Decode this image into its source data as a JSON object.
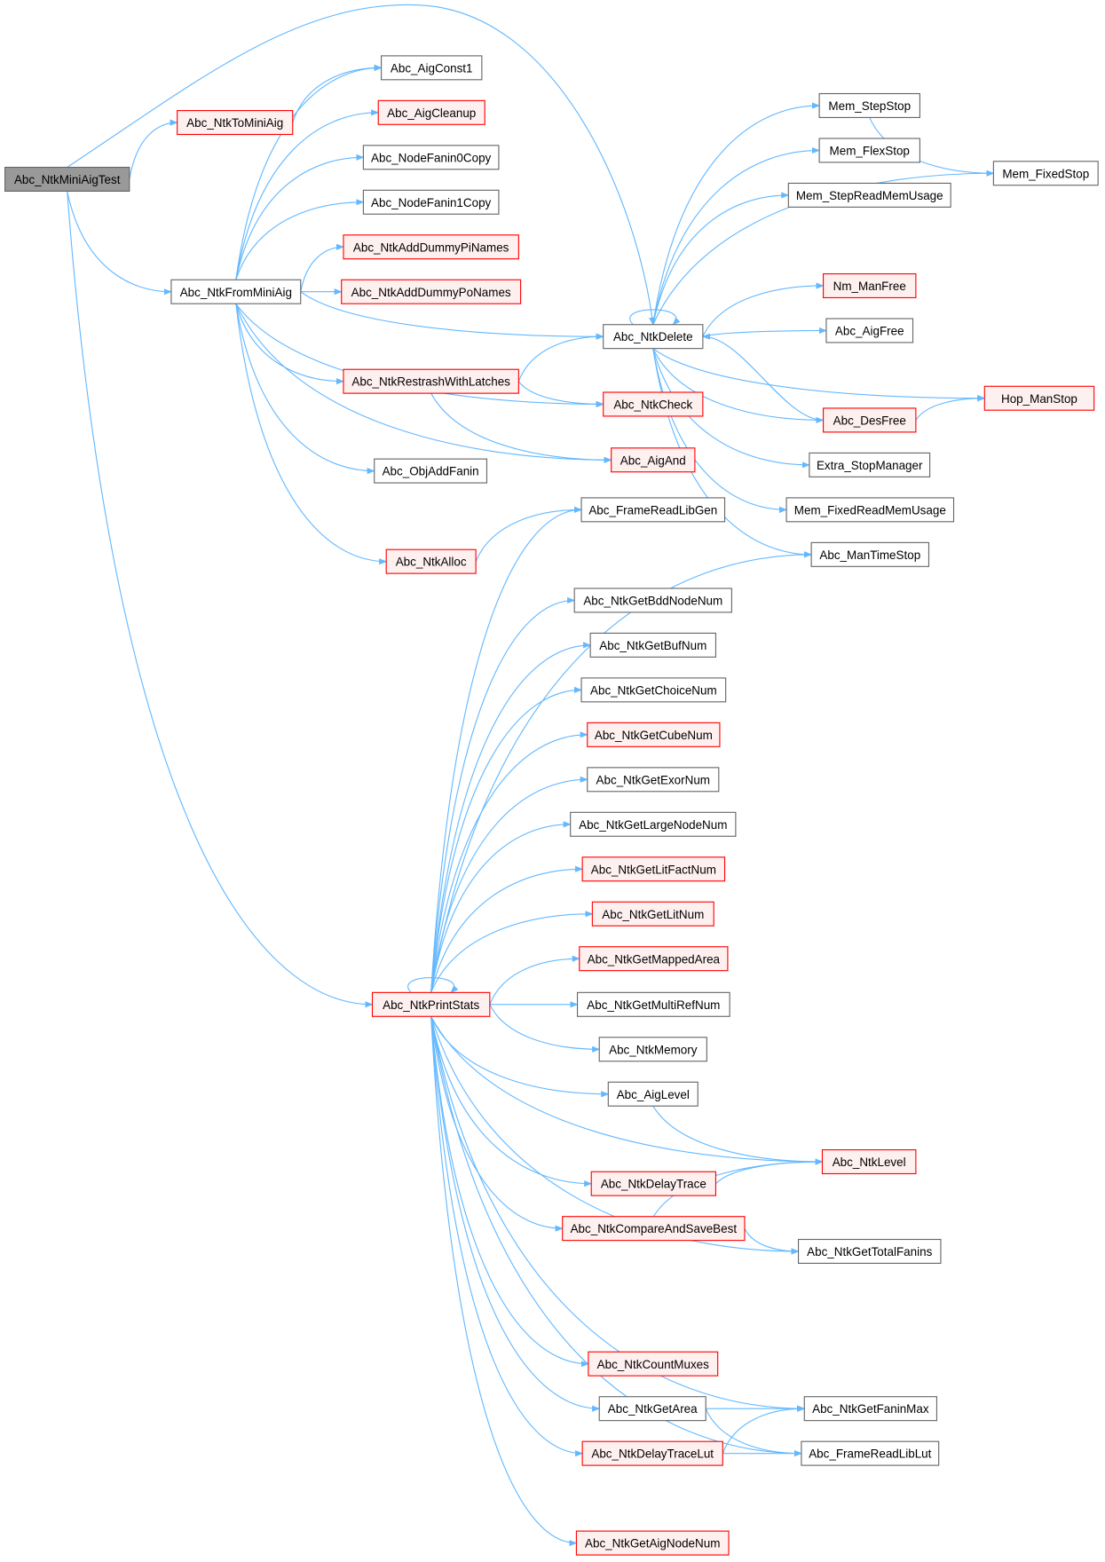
{
  "graph": {
    "title": "Abc_NtkMiniAigTest call graph",
    "nodes": [
      {
        "label": "Abc_NtkMiniAigTest",
        "style": "root"
      },
      {
        "label": "Abc_NtkToMiniAig",
        "style": "red"
      },
      {
        "label": "Abc_NtkFromMiniAig",
        "style": "normal"
      },
      {
        "label": "Abc_NtkPrintStats",
        "style": "red"
      },
      {
        "label": "Abc_AigConst1",
        "style": "normal"
      },
      {
        "label": "Abc_AigCleanup",
        "style": "red"
      },
      {
        "label": "Abc_NodeFanin0Copy",
        "style": "normal"
      },
      {
        "label": "Abc_NodeFanin1Copy",
        "style": "normal"
      },
      {
        "label": "Abc_NtkAddDummyPiNames",
        "style": "red"
      },
      {
        "label": "Abc_NtkAddDummyPoNames",
        "style": "red"
      },
      {
        "label": "Abc_NtkRestrashWithLatches",
        "style": "red"
      },
      {
        "label": "Abc_ObjAddFanin",
        "style": "normal"
      },
      {
        "label": "Abc_NtkAlloc",
        "style": "red"
      },
      {
        "label": "Abc_NtkDelete",
        "style": "normal"
      },
      {
        "label": "Abc_NtkCheck",
        "style": "red"
      },
      {
        "label": "Abc_AigAnd",
        "style": "red"
      },
      {
        "label": "Abc_FrameReadLibGen",
        "style": "normal"
      },
      {
        "label": "Mem_StepStop",
        "style": "normal"
      },
      {
        "label": "Mem_FlexStop",
        "style": "normal"
      },
      {
        "label": "Mem_StepReadMemUsage",
        "style": "normal"
      },
      {
        "label": "Mem_FixedStop",
        "style": "normal"
      },
      {
        "label": "Nm_ManFree",
        "style": "red"
      },
      {
        "label": "Abc_AigFree",
        "style": "normal"
      },
      {
        "label": "Hop_ManStop",
        "style": "red"
      },
      {
        "label": "Abc_DesFree",
        "style": "red"
      },
      {
        "label": "Extra_StopManager",
        "style": "normal"
      },
      {
        "label": "Mem_FixedReadMemUsage",
        "style": "normal"
      },
      {
        "label": "Abc_ManTimeStop",
        "style": "normal"
      },
      {
        "label": "Abc_NtkGetBddNodeNum",
        "style": "normal"
      },
      {
        "label": "Abc_NtkGetBufNum",
        "style": "normal"
      },
      {
        "label": "Abc_NtkGetChoiceNum",
        "style": "normal"
      },
      {
        "label": "Abc_NtkGetCubeNum",
        "style": "red"
      },
      {
        "label": "Abc_NtkGetExorNum",
        "style": "normal"
      },
      {
        "label": "Abc_NtkGetLargeNodeNum",
        "style": "normal"
      },
      {
        "label": "Abc_NtkGetLitFactNum",
        "style": "red"
      },
      {
        "label": "Abc_NtkGetLitNum",
        "style": "red"
      },
      {
        "label": "Abc_NtkGetMappedArea",
        "style": "red"
      },
      {
        "label": "Abc_NtkGetMultiRefNum",
        "style": "normal"
      },
      {
        "label": "Abc_NtkMemory",
        "style": "normal"
      },
      {
        "label": "Abc_AigLevel",
        "style": "normal"
      },
      {
        "label": "Abc_NtkLevel",
        "style": "red"
      },
      {
        "label": "Abc_NtkDelayTrace",
        "style": "red"
      },
      {
        "label": "Abc_NtkCompareAndSaveBest",
        "style": "red"
      },
      {
        "label": "Abc_NtkGetTotalFanins",
        "style": "normal"
      },
      {
        "label": "Abc_NtkCountMuxes",
        "style": "red"
      },
      {
        "label": "Abc_NtkGetArea",
        "style": "normal"
      },
      {
        "label": "Abc_NtkGetFaninMax",
        "style": "normal"
      },
      {
        "label": "Abc_NtkDelayTraceLut",
        "style": "red"
      },
      {
        "label": "Abc_FrameReadLibLut",
        "style": "normal"
      },
      {
        "label": "Abc_NtkGetAigNodeNum",
        "style": "red"
      }
    ],
    "edges": [
      [
        0,
        1
      ],
      [
        0,
        2
      ],
      [
        0,
        3
      ],
      [
        0,
        13
      ],
      [
        1,
        4
      ],
      [
        2,
        4
      ],
      [
        2,
        5
      ],
      [
        2,
        6
      ],
      [
        2,
        7
      ],
      [
        2,
        8
      ],
      [
        2,
        9
      ],
      [
        2,
        13
      ],
      [
        2,
        10
      ],
      [
        2,
        14
      ],
      [
        2,
        11
      ],
      [
        2,
        15
      ],
      [
        2,
        12
      ],
      [
        10,
        13
      ],
      [
        10,
        14
      ],
      [
        10,
        15
      ],
      [
        12,
        16
      ],
      [
        13,
        13
      ],
      [
        13,
        17
      ],
      [
        13,
        18
      ],
      [
        13,
        19
      ],
      [
        13,
        20
      ],
      [
        13,
        21
      ],
      [
        13,
        22
      ],
      [
        13,
        23
      ],
      [
        13,
        24
      ],
      [
        13,
        25
      ],
      [
        13,
        26
      ],
      [
        13,
        27
      ],
      [
        17,
        20
      ],
      [
        24,
        23
      ],
      [
        24,
        13
      ],
      [
        3,
        3
      ],
      [
        3,
        16
      ],
      [
        3,
        27
      ],
      [
        3,
        28
      ],
      [
        3,
        29
      ],
      [
        3,
        30
      ],
      [
        3,
        31
      ],
      [
        3,
        32
      ],
      [
        3,
        33
      ],
      [
        3,
        34
      ],
      [
        3,
        35
      ],
      [
        3,
        36
      ],
      [
        3,
        37
      ],
      [
        3,
        38
      ],
      [
        3,
        39
      ],
      [
        3,
        40
      ],
      [
        3,
        41
      ],
      [
        3,
        42
      ],
      [
        3,
        43
      ],
      [
        3,
        44
      ],
      [
        3,
        45
      ],
      [
        3,
        46
      ],
      [
        3,
        47
      ],
      [
        3,
        48
      ],
      [
        3,
        49
      ],
      [
        39,
        40
      ],
      [
        41,
        40
      ],
      [
        42,
        40
      ],
      [
        42,
        43
      ],
      [
        45,
        46
      ],
      [
        45,
        48
      ],
      [
        47,
        46
      ],
      [
        47,
        48
      ]
    ],
    "colors": {
      "edge": "#63b8ff",
      "highlight_border": "#ff0000",
      "highlight_fill": "#fff0f0",
      "root_fill": "#999999"
    }
  }
}
